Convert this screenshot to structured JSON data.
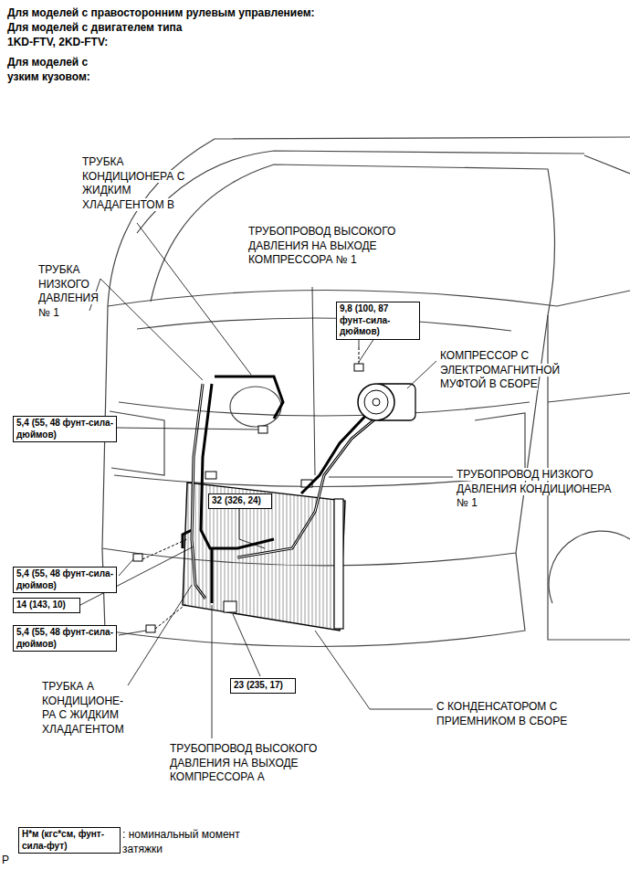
{
  "diagram": {
    "title": "Для моделей с правосторонним рулевым управлением:",
    "nodes": [
      {
        "text": [
          "9,8 (100, 87 фунт-сила-дюймов)"
        ]
      },
      {
        "text": [
          "5,4 (55, 48 фунт-сила-дюймов)"
        ]
      },
      {
        "text": [
          "32 (326, 24)"
        ]
      },
      {
        "text": [
          "5,4 (55, 48 фунт-сила-дюймов)"
        ]
      },
      {
        "text": [
          "14 (143, 10)"
        ]
      },
      {
        "text": [
          "5,4 (55, 48 фунт-сила-дюймов)"
        ]
      },
      {
        "text": [
          "23 (235, 17)"
        ]
      },
      {
        "text": [
          "Н*м (кгс*см, фунт-сила-фут)"
        ]
      }
    ],
    "edges": [],
    "labels": [
      "Для моделей с двигателем типа 1KD-FTV, 2KD-FTV:",
      "Для моделей с узким кузовом:",
      "ТРУБКА КОНДИЦИОНЕРА С ЖИДКИМ ХЛАДАГЕНТОМ В",
      "ТРУБОПРОВОД ВЫСОКОГО ДАВЛЕНИЯ НА ВЫХОДЕ КОМПРЕССОРА № 1",
      "ТРУБКА НИЗКОГО ДАВЛЕНИЯ № 1",
      "КОМПРЕССОР С ЭЛЕКТРОМАГНИТНОЙ МУФТОЙ В СБОРЕ",
      "ТРУБОПРОВОД НИЗКОГО ДАВЛЕНИЯ КОНДИЦИОНЕРА № 1",
      "С КОНДЕНСАТОРОМ С ПРИЕМНИКОМ В СБОРЕ",
      "ТРУБКА А КОНДИЦИОНЕ- РА С ЖИДКИМ ХЛАДАГЕНТОМ",
      "ТРУБОПРОВОД ВЫСОКОГО ДАВЛЕНИЯ НА ВЫХОДЕ КОМПРЕССОРА А",
      ": номинальный момент затяжки",
      "P"
    ]
  }
}
